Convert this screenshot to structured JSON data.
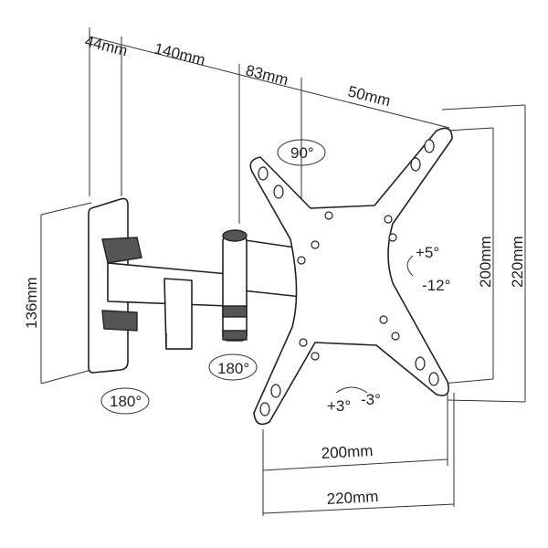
{
  "title": "TV wall mount dimension diagram",
  "dimensions": {
    "wall_depth": "44mm",
    "arm_length": "140mm",
    "arm_joint": "83mm",
    "plate_offset": "50mm",
    "wall_plate_height": "136mm",
    "vesa_vertical_inner": "200mm",
    "vesa_vertical_outer": "220mm",
    "vesa_horizontal_inner": "200mm",
    "vesa_horizontal_outer": "220mm"
  },
  "angles": {
    "rotation": "90°",
    "tilt_up": "+5°",
    "tilt_down": "-12°",
    "swivel_arm": "180°",
    "swivel_wall": "180°",
    "level_plus": "+3°",
    "level_minus": "-3°"
  }
}
